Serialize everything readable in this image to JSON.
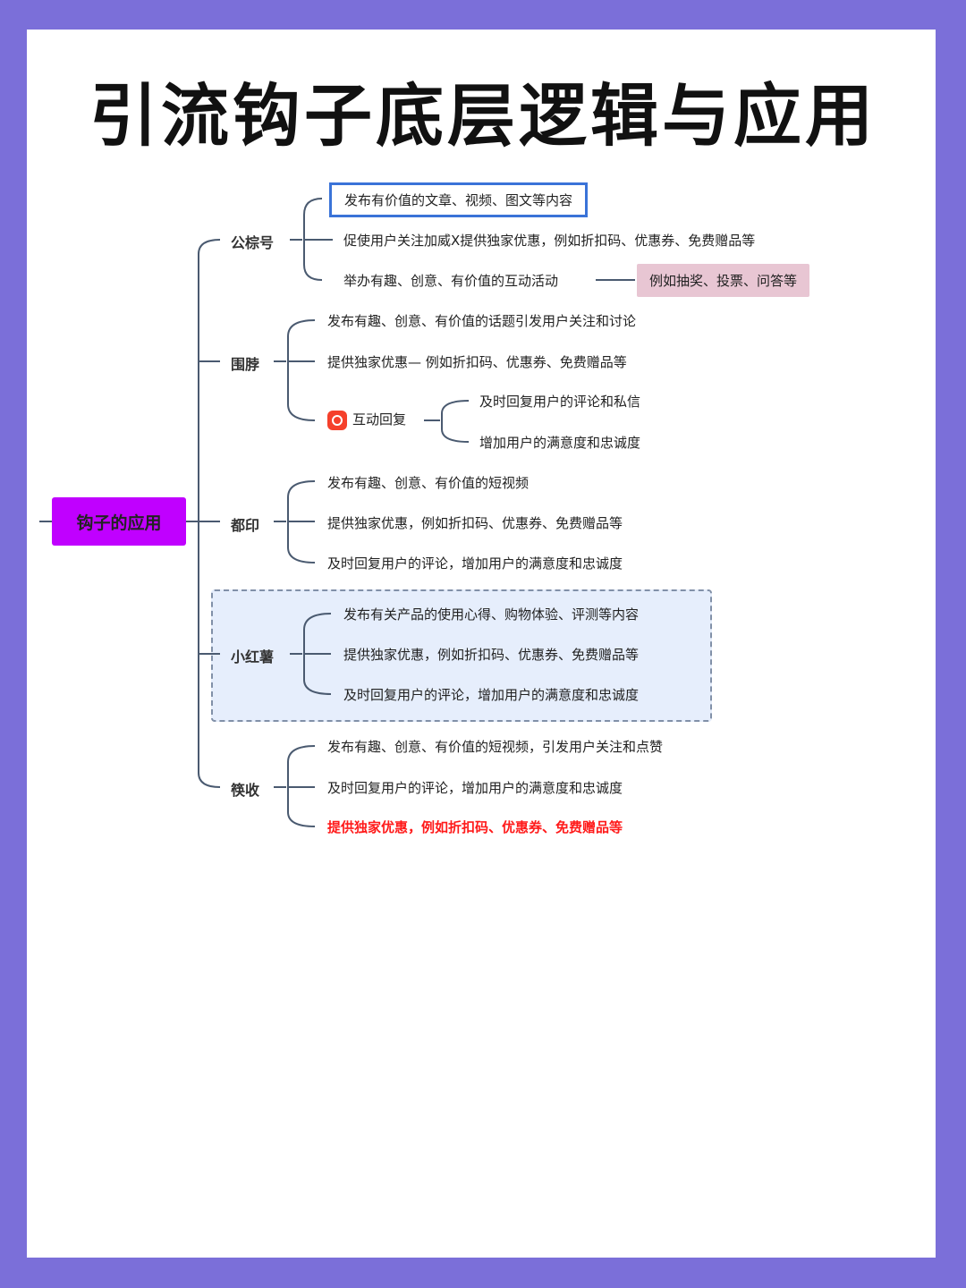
{
  "title": "引流钩子底层逻辑与应用",
  "root": "钩子的应用",
  "branches": [
    {
      "label": "公棕号",
      "items": [
        "发布有价值的文章、视频、图文等内容",
        "促使用户关注加威X提供独家优惠，例如折扣码、优惠券、免费赠品等",
        "举办有趣、创意、有价值的互动活动"
      ],
      "tag": "例如抽奖、投票、问答等"
    },
    {
      "label": "围脖",
      "items": [
        "发布有趣、创意、有价值的话题引发用户关注和讨论",
        "提供独家优惠— 例如折扣码、优惠券、免费赠品等",
        "互动回复"
      ],
      "sub_items": [
        "及时回复用户的评论和私信",
        "增加用户的满意度和忠诚度"
      ]
    },
    {
      "label": "都印",
      "items": [
        "发布有趣、创意、有价值的短视频",
        "提供独家优惠，例如折扣码、优惠券、免费赠品等",
        "及时回复用户的评论，增加用户的满意度和忠诚度"
      ]
    },
    {
      "label": "小红薯",
      "items": [
        "发布有关产品的使用心得、购物体验、评测等内容",
        "提供独家优惠，例如折扣码、优惠券、免费赠品等",
        "及时回复用户的评论，增加用户的满意度和忠诚度"
      ]
    },
    {
      "label": "筷收",
      "items": [
        "发布有趣、创意、有价值的短视频，引发用户关注和点赞",
        "及时回复用户的评论，增加用户的满意度和忠诚度",
        "提供独家优惠，例如折扣码、优惠券、免费赠品等"
      ]
    }
  ],
  "colors": {
    "background": "#7b6fd9",
    "root": "#c000ff",
    "highlight_border": "#3a73d8",
    "tag_bg": "#e8c6d3",
    "group_bg": "#e6eefc",
    "emphasis": "#ff1a1a"
  },
  "icons": {
    "interaction": "red-app-icon"
  }
}
